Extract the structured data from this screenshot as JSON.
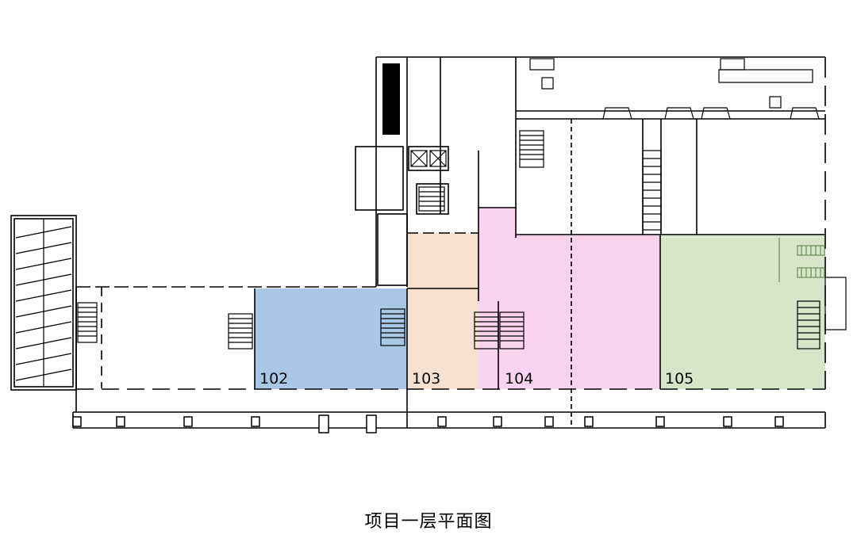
{
  "units": [
    {
      "id": "u102",
      "label": "102",
      "color": "#a9c8e8"
    },
    {
      "id": "u103",
      "label": "103",
      "color": "#f6e0d0"
    },
    {
      "id": "u104",
      "label": "104",
      "color": "#fbd3f1"
    },
    {
      "id": "u105",
      "label": "105",
      "color": "#d6e7c9"
    }
  ],
  "caption": "项目一层平面图"
}
